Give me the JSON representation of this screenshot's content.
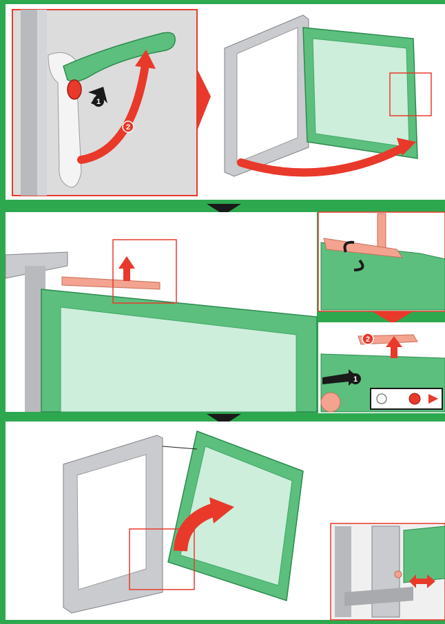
{
  "steps": [
    {
      "id": 1,
      "callouts": [
        "1",
        "2"
      ]
    },
    {
      "id": 2,
      "callouts": [
        "2",
        "1"
      ]
    },
    {
      "id": 3,
      "callouts": []
    }
  ],
  "colors": {
    "frame_green": "#2ea84f",
    "panel_bg": "#ffffff",
    "accent_red": "#e8392b",
    "sash_green": "#8fd6a6",
    "sash_dark": "#3fa866",
    "glass": "#cdeedb",
    "alu_gray": "#c9cbce",
    "alu_dark": "#8d9095",
    "hinge_salmon": "#f3a38f",
    "arrow_black": "#1a1a1a"
  },
  "icons": [
    "window-handle-icon",
    "lock-button-icon",
    "rotate-arrow-icon",
    "open-arrow-icon",
    "lift-arrow-icon",
    "push-arrow-icon",
    "tilt-arrow-icon",
    "hinge-pin-icon"
  ]
}
